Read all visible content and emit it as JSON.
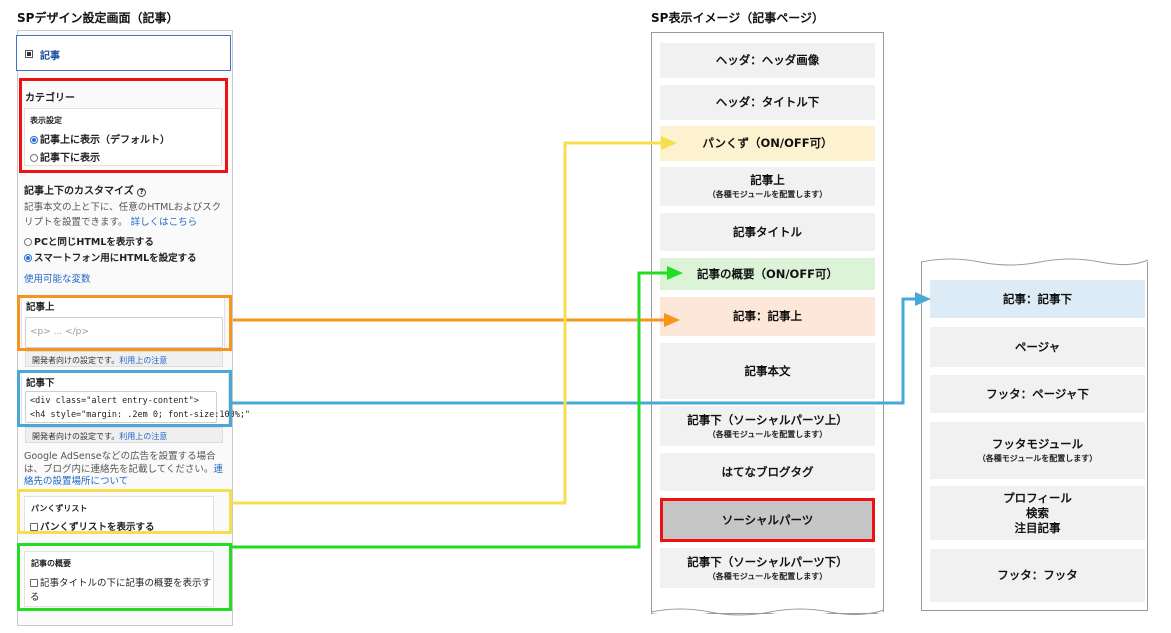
{
  "headings": {
    "left": "SPデザイン設定画面（記事）",
    "middle": "SP表示イメージ（記事ページ）"
  },
  "settings_panel": {
    "tab_label": "記事",
    "category": {
      "title": "カテゴリー",
      "display_setting_label": "表示設定",
      "options": [
        "記事上に表示（デフォルト）",
        "記事下に表示"
      ],
      "selected": "記事上に表示（デフォルト）"
    },
    "customize": {
      "title": "記事上下のカスタマイズ",
      "help_icon": "question-circle-icon",
      "desc_line1": "記事本文の上と下に、任意のHTMLおよびスク",
      "desc_line2": "リプトを設置できます。",
      "desc_link": "詳しくはこちら",
      "options": [
        "PCと同じHTMLを表示する",
        "スマートフォン用にHTMLを設定する"
      ],
      "selected": "スマートフォン用にHTMLを設定する",
      "vars_link": "使用可能な変数"
    },
    "above_article": {
      "title": "記事上",
      "placeholder": "<p> ... </p>",
      "dev_note": "開発者向けの設定です。",
      "dev_link": "利用上の注意"
    },
    "below_article": {
      "title": "記事下",
      "line1": "<div class=\"alert entry-content\">",
      "line2": "<h4 style=\"margin: .2em 0; font-size:100%;\"",
      "dev_note": "開発者向けの設定です。",
      "dev_link": "利用上の注意"
    },
    "adsense_note": {
      "line1": "Google AdSenseなどの広告を設置する場合",
      "line2_text": "は、ブログ内に連絡先を記載してください。",
      "line2_link": "連",
      "line3_link": "絡先の設置場所について"
    },
    "breadcrumb": {
      "title": "パンくずリスト",
      "checkbox_label": "パンくずリストを表示する"
    },
    "summary": {
      "title": "記事の概要",
      "checkbox_line1": "記事タイトルの下に記事の概要を表示す",
      "checkbox_line2": "る"
    }
  },
  "preview_article": [
    {
      "label": "ヘッダ：ヘッダ画像"
    },
    {
      "label": "ヘッダ：タイトル下"
    },
    {
      "label": "パンくず（ON/OFF可）"
    },
    {
      "label": "記事上",
      "sub": "（各種モジュールを配置します）"
    },
    {
      "label": "記事タイトル"
    },
    {
      "label": "記事の概要（ON/OFF可）"
    },
    {
      "label": "記事：記事上"
    },
    {
      "label": "記事本文"
    },
    {
      "label": "記事下（ソーシャルパーツ上）",
      "sub": "（各種モジュールを配置します）"
    },
    {
      "label": "はてなブログタグ"
    },
    {
      "label": "ソーシャルパーツ"
    },
    {
      "label": "記事下（ソーシャルパーツ下）",
      "sub": "（各種モジュールを配置します）"
    }
  ],
  "preview_page": [
    {
      "label": "記事：記事下"
    },
    {
      "label": "ページャ"
    },
    {
      "label": "フッタ：ページャ下"
    },
    {
      "label": "フッタモジュール",
      "sub": "（各種モジュールを配置します）"
    },
    {
      "label": "プロフィール",
      "label2": "検索",
      "label3": "注目記事"
    },
    {
      "label": "フッタ：フッタ"
    }
  ],
  "colors": {
    "category_box": "#ee1111",
    "above_article": "#f7941d",
    "below_article": "#4aa8d8",
    "breadcrumb": "#f5df4d",
    "summary": "#22dd22",
    "breadcrumb_block_fill": "#fdf2cf",
    "summary_block_fill": "#dcf3d8",
    "above_block_fill": "#fde7d8",
    "below_block_fill": "#dcebf5",
    "social_block_fill": "#c6c6c6",
    "block_fill": "#f1f1f1"
  }
}
